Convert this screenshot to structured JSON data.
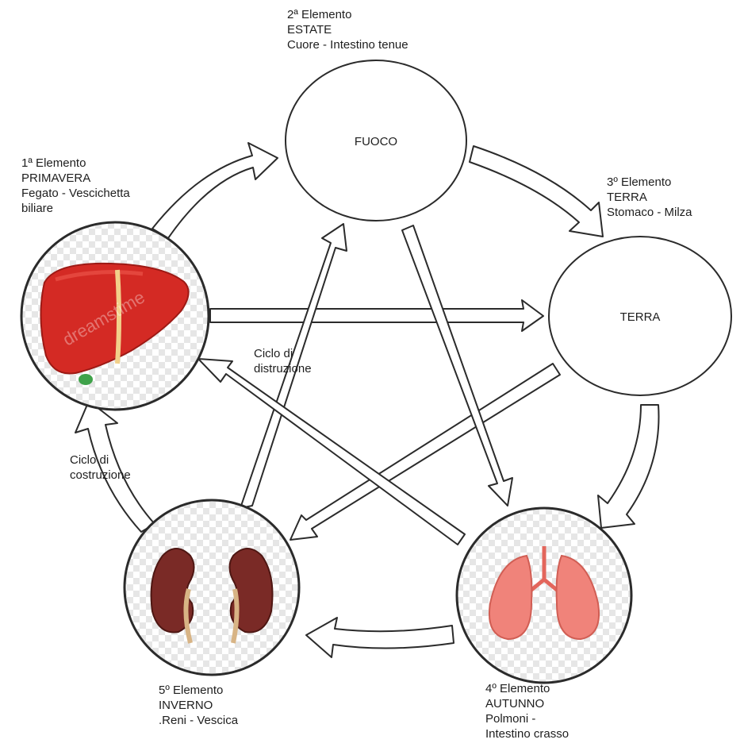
{
  "center_labels": {
    "destruction": [
      "Ciclo di",
      "distruzione"
    ],
    "construction": [
      "Ciclo di",
      "costruzione"
    ]
  },
  "elements": [
    {
      "id": "fuoco",
      "circle_text": "FUOCO",
      "caption": [
        "2ª Elemento",
        "ESTATE",
        "Cuore - Intestino tenue"
      ],
      "organ": "heart-small-intestine"
    },
    {
      "id": "terra",
      "circle_text": "TERRA",
      "caption": [
        "3º Elemento",
        "TERRA",
        "Stomaco - Milza"
      ],
      "organ": "stomach-spleen"
    },
    {
      "id": "metallo",
      "circle_text": "",
      "caption": [
        "4º Elemento",
        "AUTUNNO",
        "Polmoni -",
        "Intestino crasso"
      ],
      "organ": "lungs-icon"
    },
    {
      "id": "acqua",
      "circle_text": "",
      "caption": [
        "5º Elemento",
        "INVERNO",
        ".Reni - Vescica"
      ],
      "organ": "kidneys-icon"
    },
    {
      "id": "legno",
      "circle_text": "",
      "caption": [
        "1ª Elemento",
        "PRIMAVERA",
        "Fegato - Vescichetta",
        "biliare"
      ],
      "organ": "liver-icon"
    }
  ],
  "watermark": "dreamstime",
  "colors": {
    "line": "#2b2b2b",
    "liver": "#d42a24",
    "kidney": "#7a2a26",
    "lung": "#f0837a",
    "checker": "#e6e6e6"
  }
}
